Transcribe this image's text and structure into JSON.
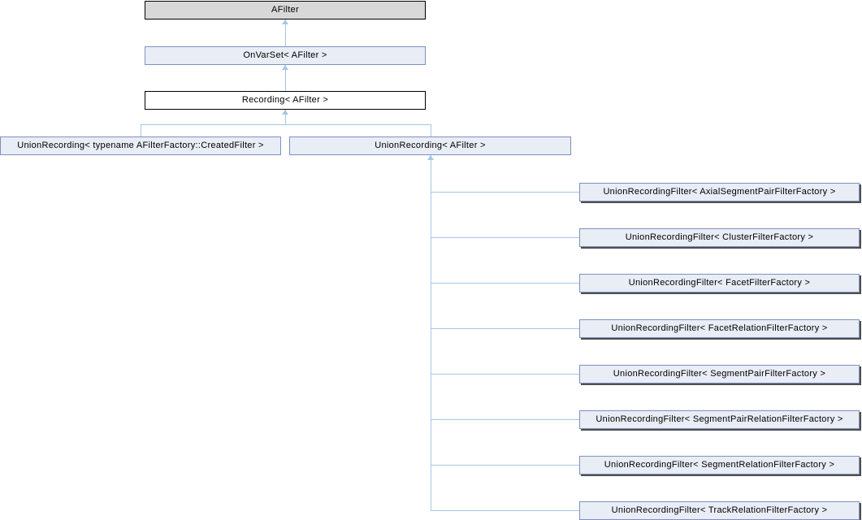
{
  "diagram": {
    "kind": "class-inheritance-graph",
    "nodes": {
      "afilter": "AFilter",
      "onvarset": "OnVarSet< AFilter >",
      "recording": "Recording< AFilter >",
      "union_created_filter": "UnionRecording< typename AFilterFactory::CreatedFilter >",
      "union_afilter": "UnionRecording< AFilter >",
      "children": [
        "UnionRecordingFilter< AxialSegmentPairFilterFactory >",
        "UnionRecordingFilter< ClusterFilterFactory >",
        "UnionRecordingFilter< FacetFilterFactory >",
        "UnionRecordingFilter< FacetRelationFilterFactory >",
        "UnionRecordingFilter< SegmentPairFilterFactory >",
        "UnionRecordingFilter< SegmentPairRelationFilterFactory >",
        "UnionRecordingFilter< SegmentRelationFilterFactory >",
        "UnionRecordingFilter< TrackRelationFilterFactory >"
      ]
    },
    "colors": {
      "current_node_fill": "#d8d8d8",
      "current_node_border": "#000000",
      "plain_node_fill": "#ffffff",
      "plain_node_border": "#000000",
      "linked_node_fill": "#e8edf6",
      "linked_node_border": "#8090c0",
      "edge_line": "#a3c7e7",
      "node_shadow": "#4e4e4e",
      "text": "#000000",
      "background": "#ffffff"
    }
  }
}
